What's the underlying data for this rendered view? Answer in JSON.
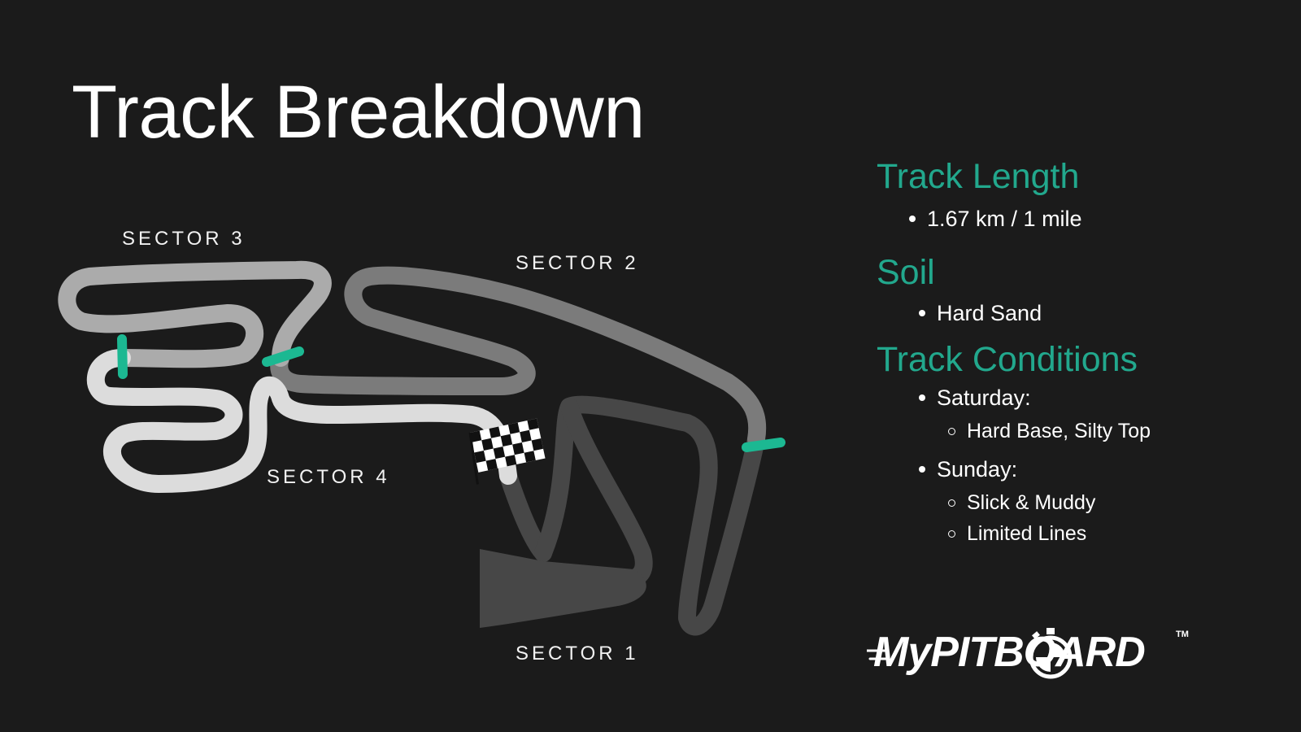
{
  "title": "Track Breakdown",
  "map": {
    "sectors": [
      {
        "label": "SECTOR 1",
        "color": "#474747"
      },
      {
        "label": "SECTOR 2",
        "color": "#7b7b7b"
      },
      {
        "label": "SECTOR 3",
        "color": "#ababab"
      },
      {
        "label": "SECTOR 4",
        "color": "#dcdcdc"
      }
    ],
    "sector_divider_color": "#1cb892",
    "start_finish_icon": "checkered-flag-icon"
  },
  "info": {
    "sections": [
      {
        "heading": "Track Length",
        "items": [
          {
            "text": "1.67 km / 1 mile"
          }
        ]
      },
      {
        "heading": "Soil",
        "items": [
          {
            "text": "Hard Sand"
          }
        ]
      },
      {
        "heading": "Track Conditions",
        "items": [
          {
            "text": "Saturday:",
            "sub": [
              "Hard Base, Silty Top"
            ]
          },
          {
            "text": "Sunday:",
            "sub": [
              "Slick & Muddy",
              "Limited Lines"
            ]
          }
        ]
      }
    ],
    "accent_color": "#22a88d"
  },
  "logo": {
    "text": "MyPITBOARD",
    "tm": "TM"
  }
}
